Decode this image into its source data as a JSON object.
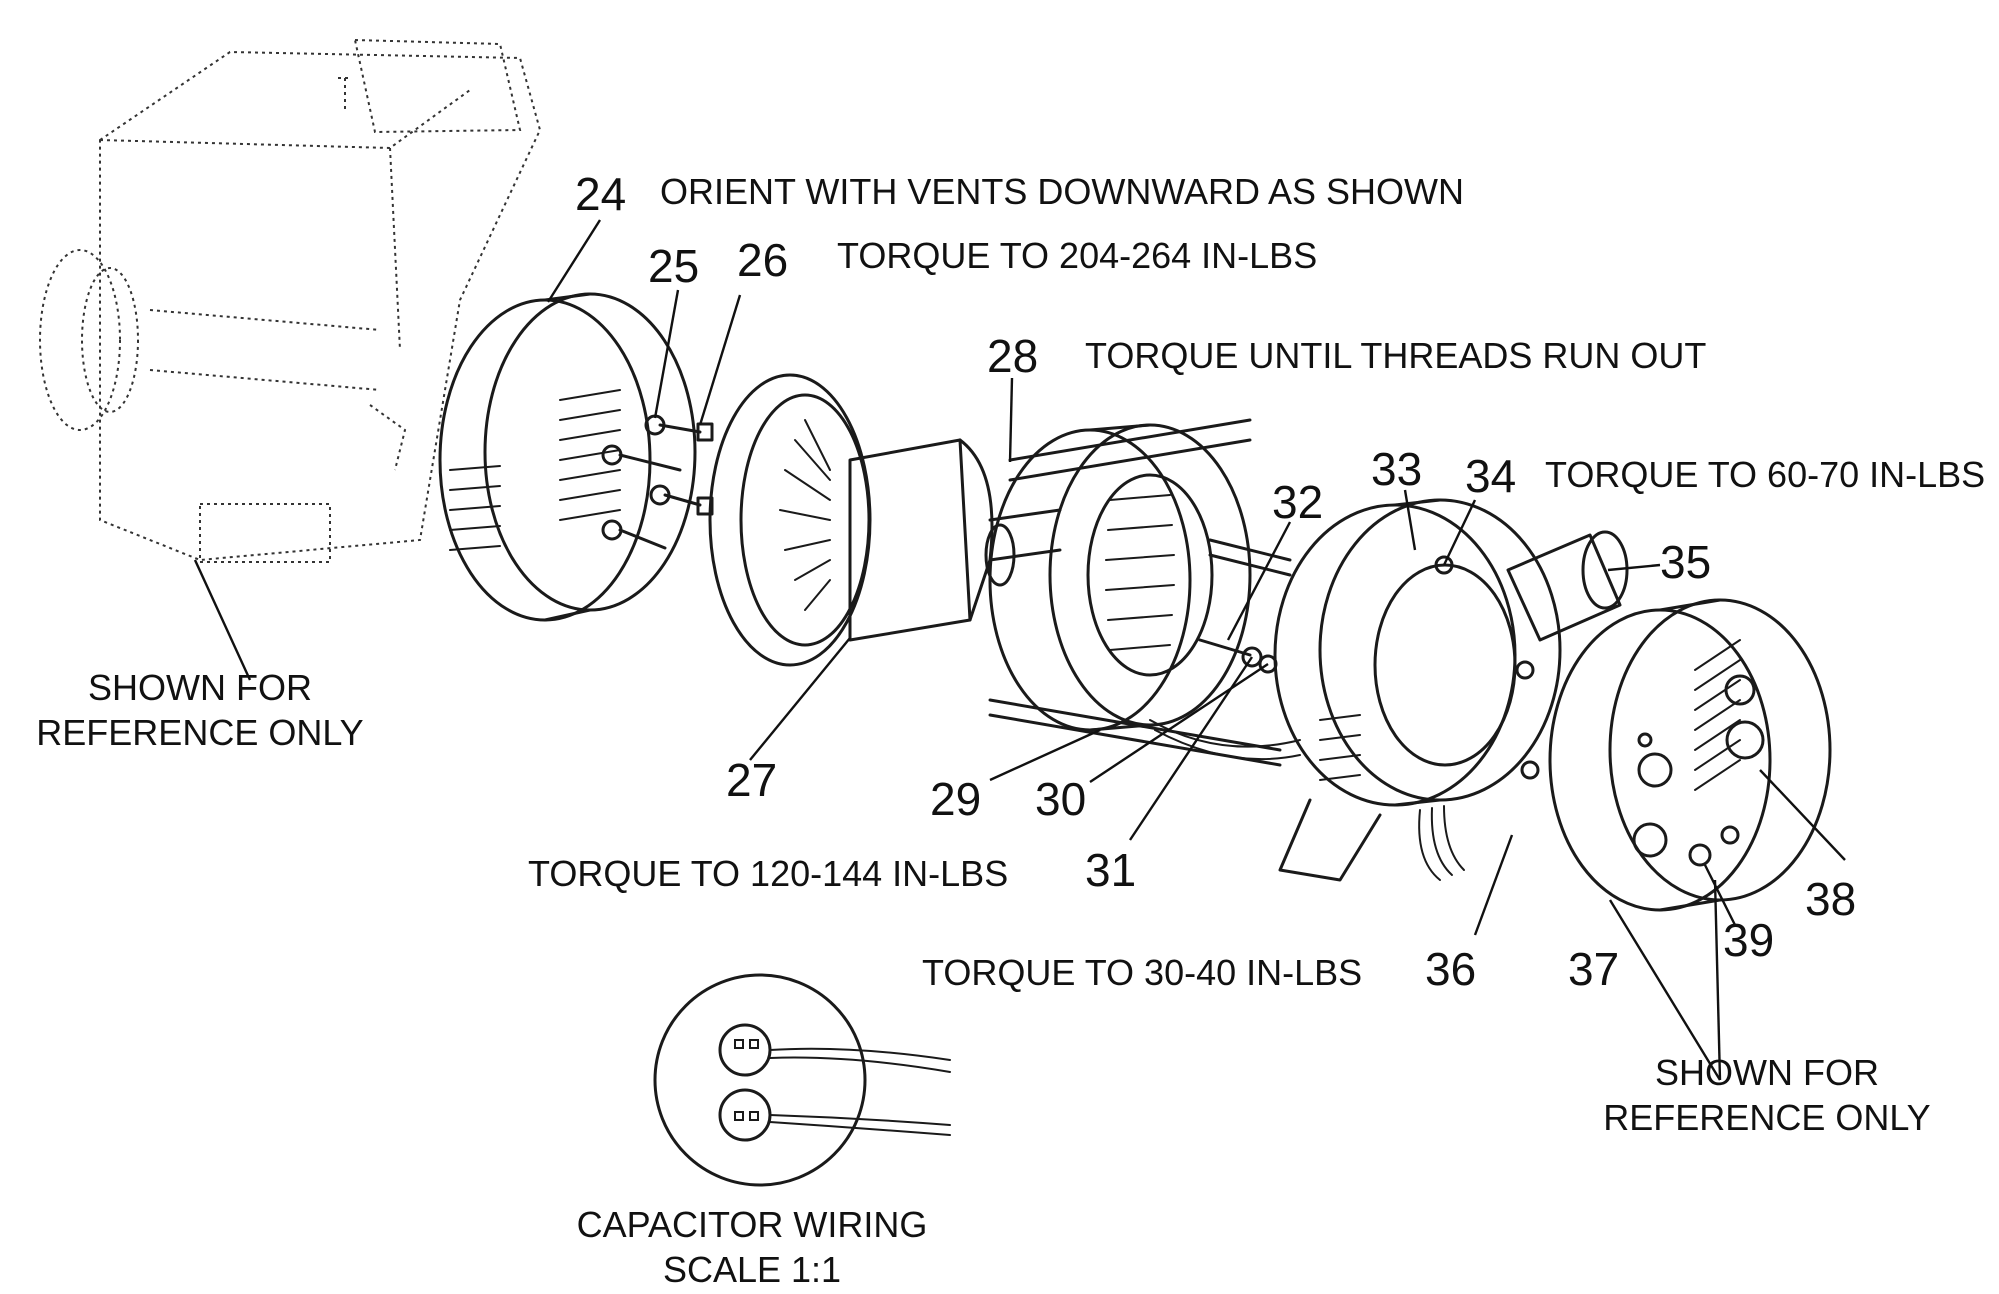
{
  "callouts": {
    "c24": "24",
    "c25": "25",
    "c26": "26",
    "c27": "27",
    "c28": "28",
    "c29": "29",
    "c30": "30",
    "c31": "31",
    "c32": "32",
    "c33": "33",
    "c34": "34",
    "c35": "35",
    "c36": "36",
    "c37": "37",
    "c38": "38",
    "c39": "39"
  },
  "notes": {
    "orient": "ORIENT WITH VENTS DOWNWARD AS SHOWN",
    "torque_204": "TORQUE TO 204-264 IN-LBS",
    "torque_threads": "TORQUE UNTIL THREADS RUN OUT",
    "torque_60": "TORQUE TO 60-70 IN-LBS",
    "torque_120": "TORQUE TO 120-144 IN-LBS",
    "torque_30": "TORQUE TO 30-40 IN-LBS",
    "ref_left_1": "SHOWN FOR",
    "ref_left_2": "REFERENCE ONLY",
    "ref_right_1": "SHOWN FOR",
    "ref_right_2": "REFERENCE ONLY",
    "cap_1": "CAPACITOR WIRING",
    "cap_2": "SCALE 1:1"
  }
}
